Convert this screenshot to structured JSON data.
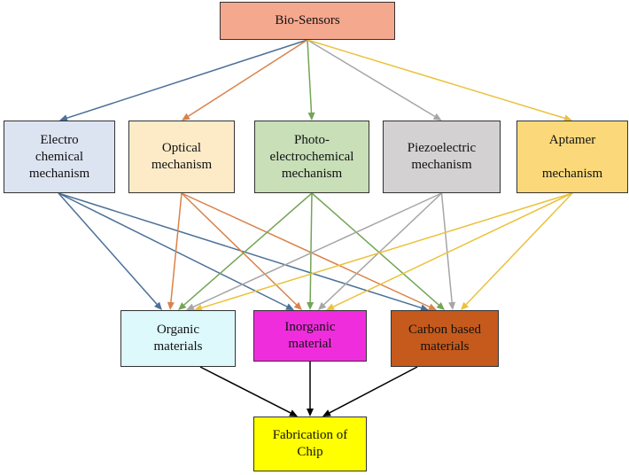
{
  "nodes": {
    "biosensors": {
      "label": "Bio-Sensors",
      "color": "#F4A88E"
    },
    "electro": {
      "label": "Electro\nchemical\nmechanism",
      "color": "#DCE3F1"
    },
    "optical": {
      "label": "Optical\nmechanism",
      "color": "#FDEBC8"
    },
    "photo": {
      "label": "Photo-\nelectrochemical\nmechanism",
      "color": "#C8DFB8"
    },
    "piezo": {
      "label": "Piezoelectric\nmechanism",
      "color": "#D3D1D1"
    },
    "aptamer": {
      "label": "Aptamer\n\nmechanism",
      "color": "#FBD97A"
    },
    "organic": {
      "label": "Organic\nmaterials",
      "color": "#DDF9FB"
    },
    "inorganic": {
      "label": "Inorganic\nmaterial",
      "color": "#F02DDD"
    },
    "carbon": {
      "label": "Carbon based\nmaterials",
      "color": "#C55A1C"
    },
    "chip": {
      "label": "Fabrication of\nChip",
      "color": "#FFFF00"
    }
  },
  "edges": [
    {
      "from": "biosensors",
      "to": "electro",
      "color": "#4A7098"
    },
    {
      "from": "biosensors",
      "to": "optical",
      "color": "#D9824A"
    },
    {
      "from": "biosensors",
      "to": "photo",
      "color": "#73A555"
    },
    {
      "from": "biosensors",
      "to": "piezo",
      "color": "#A6A6A6"
    },
    {
      "from": "biosensors",
      "to": "aptamer",
      "color": "#EBC13A"
    },
    {
      "from": "electro",
      "to": "organic",
      "color": "#4A7098"
    },
    {
      "from": "electro",
      "to": "inorganic",
      "color": "#4A7098"
    },
    {
      "from": "electro",
      "to": "carbon",
      "color": "#4A7098"
    },
    {
      "from": "optical",
      "to": "organic",
      "color": "#D9824A"
    },
    {
      "from": "optical",
      "to": "inorganic",
      "color": "#D9824A"
    },
    {
      "from": "optical",
      "to": "carbon",
      "color": "#D9824A"
    },
    {
      "from": "photo",
      "to": "organic",
      "color": "#73A555"
    },
    {
      "from": "photo",
      "to": "inorganic",
      "color": "#73A555"
    },
    {
      "from": "photo",
      "to": "carbon",
      "color": "#73A555"
    },
    {
      "from": "piezo",
      "to": "organic",
      "color": "#A6A6A6"
    },
    {
      "from": "piezo",
      "to": "inorganic",
      "color": "#A6A6A6"
    },
    {
      "from": "piezo",
      "to": "carbon",
      "color": "#A6A6A6"
    },
    {
      "from": "aptamer",
      "to": "organic",
      "color": "#EBC13A"
    },
    {
      "from": "aptamer",
      "to": "inorganic",
      "color": "#EBC13A"
    },
    {
      "from": "aptamer",
      "to": "carbon",
      "color": "#EBC13A"
    },
    {
      "from": "organic",
      "to": "chip",
      "color": "#000000"
    },
    {
      "from": "inorganic",
      "to": "chip",
      "color": "#000000"
    },
    {
      "from": "carbon",
      "to": "chip",
      "color": "#000000"
    }
  ]
}
